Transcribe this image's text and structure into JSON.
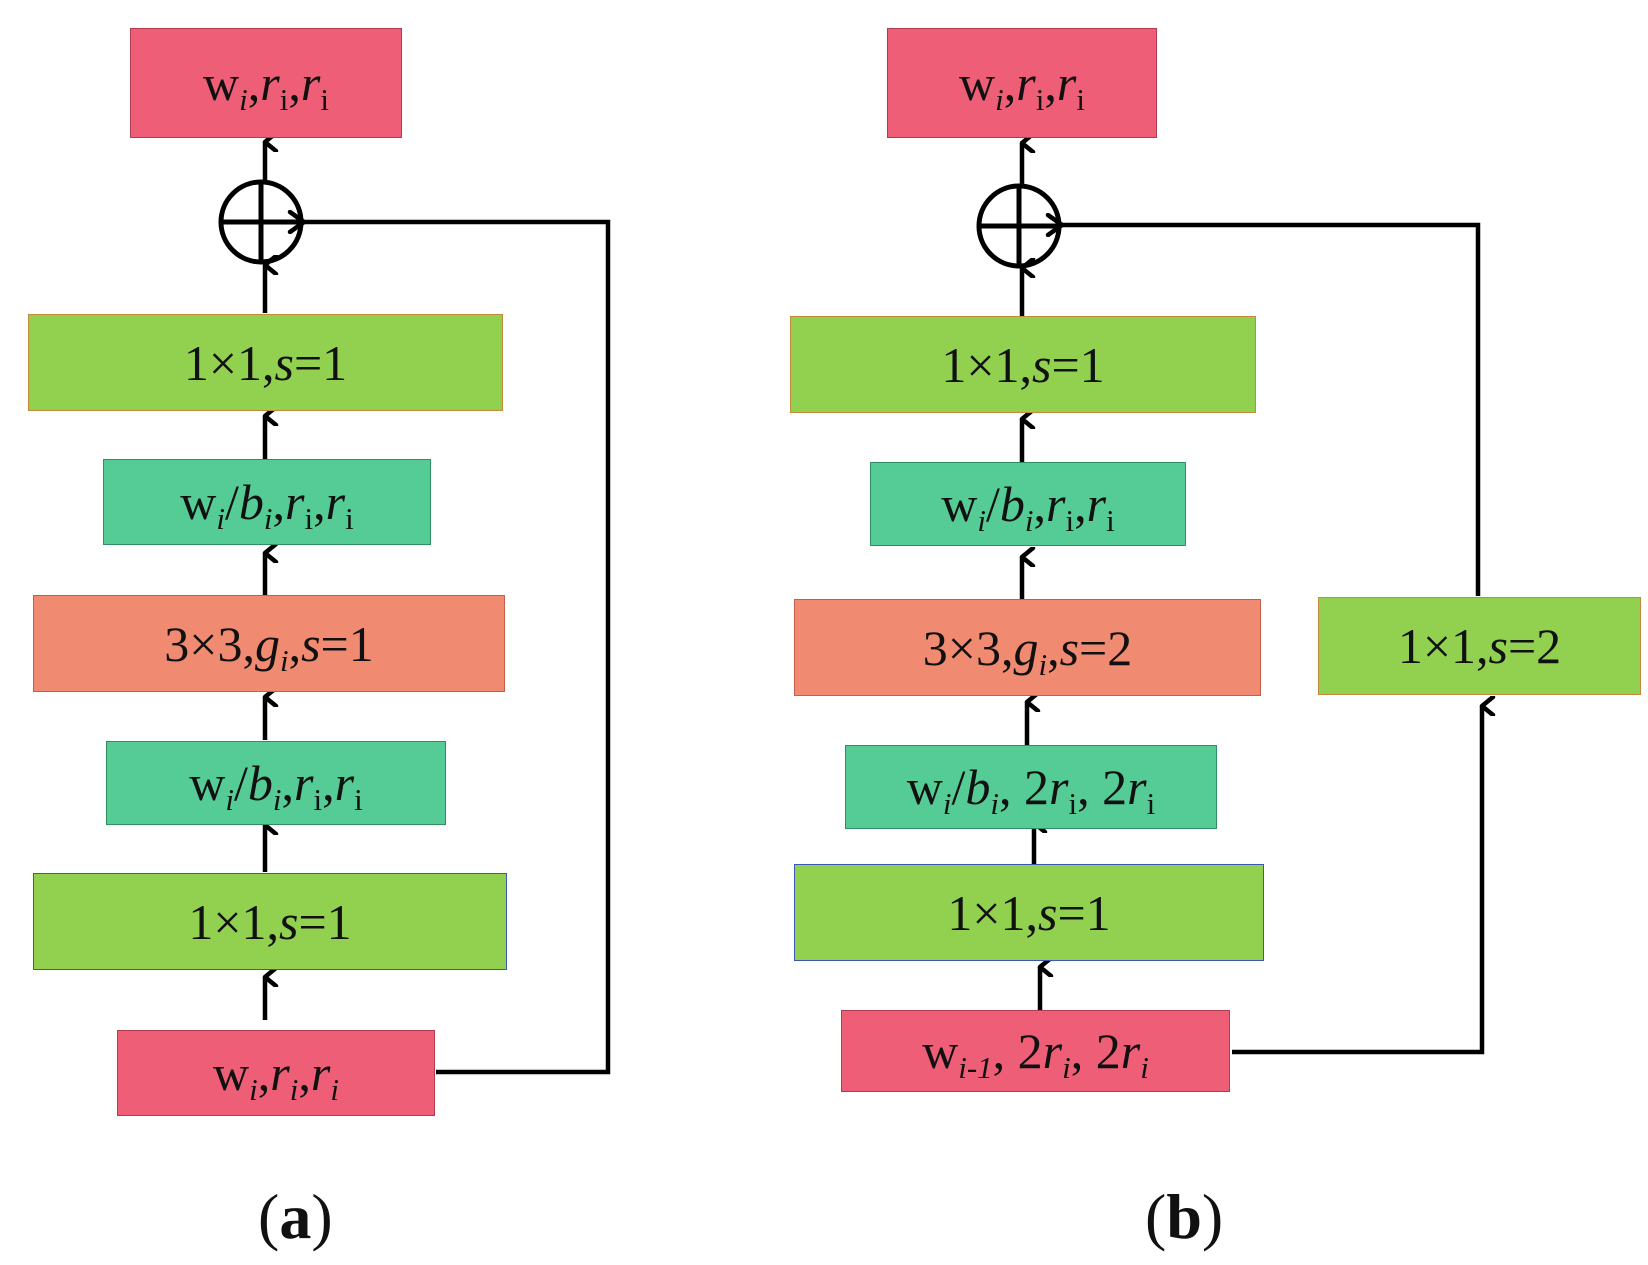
{
  "panel_a": {
    "caption": {
      "open": "(",
      "letter": "a",
      "close": ")"
    },
    "output_box": {
      "parts": [
        {
          "t": "w",
          "s": "i",
          "si": true
        },
        {
          "t": ", "
        },
        {
          "t": "r",
          "it": true,
          "s": "i"
        },
        {
          "t": ", "
        },
        {
          "t": "r",
          "it": true,
          "s": "i"
        }
      ]
    },
    "conv1x1_top": {
      "parts": [
        {
          "t": "1×1,  "
        },
        {
          "t": "s",
          "it": true
        },
        {
          "t": "=1"
        }
      ]
    },
    "norm_top": {
      "parts": [
        {
          "t": "w",
          "s": "i",
          "si": true
        },
        {
          "t": "/"
        },
        {
          "t": "b",
          "it": true,
          "s": "i",
          "si": true
        },
        {
          "t": ", "
        },
        {
          "t": "r",
          "it": true,
          "s": "i"
        },
        {
          "t": ", "
        },
        {
          "t": "r",
          "it": true,
          "s": "i"
        }
      ]
    },
    "conv3x3": {
      "parts": [
        {
          "t": "3×3, "
        },
        {
          "t": "g",
          "it": true,
          "s": "i",
          "si": true
        },
        {
          "t": ", "
        },
        {
          "t": "s",
          "it": true
        },
        {
          "t": "=1"
        }
      ]
    },
    "norm_bottom": {
      "parts": [
        {
          "t": "w",
          "s": "i",
          "si": true
        },
        {
          "t": "/"
        },
        {
          "t": "b",
          "it": true,
          "s": "i",
          "si": true
        },
        {
          "t": ", "
        },
        {
          "t": "r",
          "it": true,
          "s": "i"
        },
        {
          "t": ", "
        },
        {
          "t": "r",
          "it": true,
          "s": "i"
        }
      ]
    },
    "conv1x1_bottom": {
      "parts": [
        {
          "t": "1×1, "
        },
        {
          "t": "s",
          "it": true
        },
        {
          "t": "=1"
        }
      ]
    },
    "input_box": {
      "parts": [
        {
          "t": "w",
          "s": "i",
          "si": true
        },
        {
          "t": ", "
        },
        {
          "t": "r",
          "it": true,
          "s": "i",
          "si": true
        },
        {
          "t": ", "
        },
        {
          "t": "r",
          "it": true,
          "s": "i",
          "si": true
        }
      ]
    }
  },
  "panel_b": {
    "caption": {
      "open": "(",
      "letter": "b",
      "close": ")"
    },
    "output_box": {
      "parts": [
        {
          "t": "w",
          "s": "i",
          "si": true
        },
        {
          "t": ", "
        },
        {
          "t": "r",
          "it": true,
          "s": "i"
        },
        {
          "t": ", "
        },
        {
          "t": "r",
          "it": true,
          "s": "i"
        }
      ]
    },
    "conv1x1_top": {
      "parts": [
        {
          "t": "1×1,  "
        },
        {
          "t": "s",
          "it": true
        },
        {
          "t": "=1"
        }
      ]
    },
    "norm_top": {
      "parts": [
        {
          "t": "w",
          "s": "i",
          "si": true
        },
        {
          "t": "/"
        },
        {
          "t": "b",
          "it": true,
          "s": "i",
          "si": true
        },
        {
          "t": ", "
        },
        {
          "t": "r",
          "it": true,
          "s": "i"
        },
        {
          "t": ", "
        },
        {
          "t": "r",
          "it": true,
          "s": "i"
        }
      ]
    },
    "conv3x3": {
      "parts": [
        {
          "t": "3×3, "
        },
        {
          "t": "g",
          "it": true,
          "s": "i",
          "si": true
        },
        {
          "t": ", "
        },
        {
          "t": "s",
          "it": true
        },
        {
          "t": "=2"
        }
      ]
    },
    "norm_bottom": {
      "parts": [
        {
          "t": "w",
          "s": "i",
          "si": true
        },
        {
          "t": "/"
        },
        {
          "t": "b",
          "it": true,
          "s": "i",
          "si": true
        },
        {
          "t": ", 2"
        },
        {
          "t": "r",
          "it": true,
          "s": "i"
        },
        {
          "t": ", 2"
        },
        {
          "t": "r",
          "it": true,
          "s": "i"
        }
      ]
    },
    "conv1x1_bottom": {
      "parts": [
        {
          "t": "1×1, "
        },
        {
          "t": "s",
          "it": true
        },
        {
          "t": "=1"
        }
      ]
    },
    "input_box": {
      "parts": [
        {
          "t": "w",
          "s": "i-1",
          "si": true
        },
        {
          "t": ", 2"
        },
        {
          "t": "r",
          "it": true,
          "s": "i",
          "si": true
        },
        {
          "t": ", 2"
        },
        {
          "t": "r",
          "it": true,
          "s": "i",
          "si": true
        }
      ]
    },
    "shortcut_conv": {
      "parts": [
        {
          "t": "1×1, "
        },
        {
          "t": "s",
          "it": true
        },
        {
          "t": "=2"
        }
      ]
    }
  },
  "colors": {
    "io_box": "#ee5f77",
    "conv1x1_box": "#92d050",
    "norm_box": "#55cc96",
    "conv3x3_box": "#f08a70",
    "line": "#000000"
  }
}
